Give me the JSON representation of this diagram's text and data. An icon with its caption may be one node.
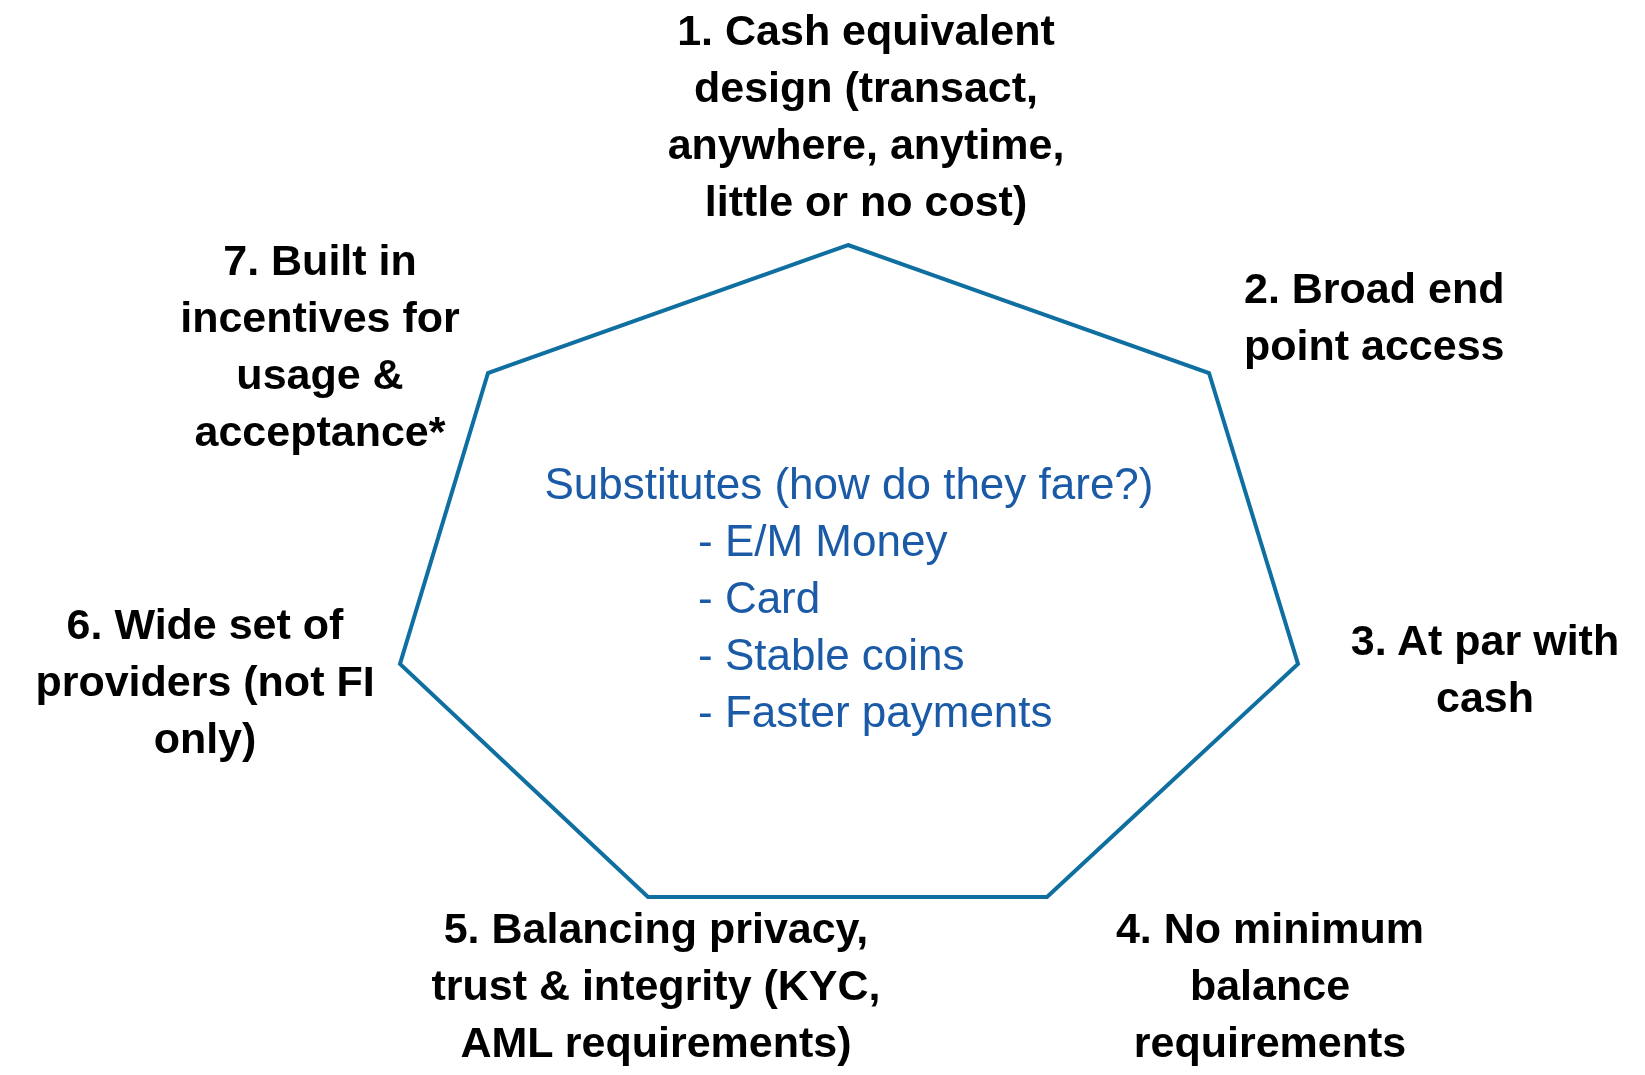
{
  "diagram": {
    "nodes": [
      {
        "text": [
          "Substitutes (how do they fare?)",
          "- E/M Money",
          "- Card",
          "- Stable coins",
          "- Faster payments"
        ]
      }
    ],
    "edges": [],
    "labels": [
      "1. Cash equivalent design (transact, anywhere, anytime, little or no cost)",
      "7. Built in incentives for usage & acceptance*",
      "2. Broad end point access",
      "6. Wide set of providers (not FI only)",
      "3. At par with cash",
      "5. Balancing privacy, trust & integrity (KYC, AML requirements)",
      "4. No minimum balance requirements"
    ]
  }
}
